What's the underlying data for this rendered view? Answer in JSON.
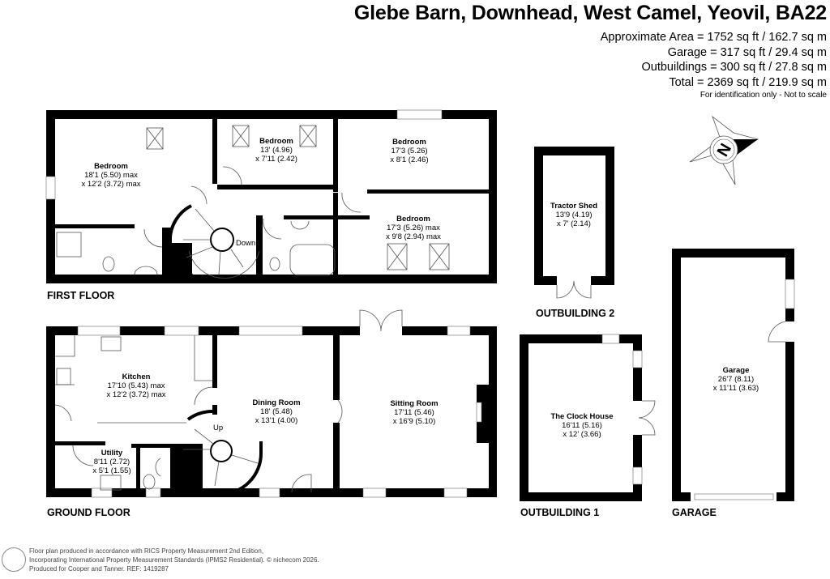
{
  "header": {
    "title": "Glebe Barn, Downhead, West Camel, Yeovil, BA22",
    "areas": [
      "Approximate Area = 1752 sq ft / 162.7 sq m",
      "Garage = 317 sq ft / 29.4 sq m",
      "Outbuildings = 300 sq ft / 27.8 sq m",
      "Total = 2369 sq ft / 219.9 sq m"
    ],
    "note": "For identification only - Not to scale"
  },
  "compass": {
    "letter": "N"
  },
  "first_floor": {
    "label": "FIRST FLOOR",
    "stairs_label": "Down",
    "rooms": [
      {
        "name": "Bedroom",
        "dim1": "18'1 (5.50) max",
        "dim2": "x 12'2 (3.72) max"
      },
      {
        "name": "Bedroom",
        "dim1": "13' (4.96)",
        "dim2": "x 7'11 (2.42)"
      },
      {
        "name": "Bedroom",
        "dim1": "17'3 (5.26)",
        "dim2": "x 8'1 (2.46)"
      },
      {
        "name": "Bedroom",
        "dim1": "17'3 (5.26) max",
        "dim2": "x 9'8 (2.94) max"
      }
    ]
  },
  "ground_floor": {
    "label": "GROUND FLOOR",
    "stairs_label": "Up",
    "rooms": [
      {
        "name": "Kitchen",
        "dim1": "17'10 (5.43) max",
        "dim2": "x 12'2 (3.72) max"
      },
      {
        "name": "Dining Room",
        "dim1": "18' (5.48)",
        "dim2": "x 13'1 (4.00)"
      },
      {
        "name": "Sitting Room",
        "dim1": "17'11 (5.46)",
        "dim2": "x 16'9 (5.10)"
      },
      {
        "name": "Utility",
        "dim1": "8'11 (2.72)",
        "dim2": "x 5'1 (1.55)"
      }
    ]
  },
  "outbuilding2": {
    "label": "OUTBUILDING 2",
    "room": {
      "name": "Tractor Shed",
      "dim1": "13'9 (4.19)",
      "dim2": "x 7' (2.14)"
    }
  },
  "outbuilding1": {
    "label": "OUTBUILDING 1",
    "room": {
      "name": "The Clock House",
      "dim1": "16'11 (5.16)",
      "dim2": "x 12' (3.66)"
    }
  },
  "garage": {
    "label": "GARAGE",
    "room": {
      "name": "Garage",
      "dim1": "26'7 (8.11)",
      "dim2": "x 11'11 (3.63)"
    }
  },
  "footer": {
    "lines": [
      "Floor plan produced in accordance with RICS Property Measurement 2nd Edition,",
      "Incorporating International Property Measurement Standards (IPMS2 Residential).   © nichecom 2026.",
      "Produced for Cooper and Tanner.   REF: 1419287"
    ]
  }
}
